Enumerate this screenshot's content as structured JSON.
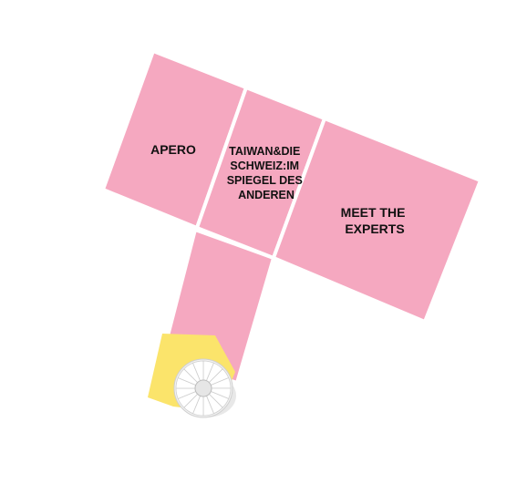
{
  "colors": {
    "room_fill": "#f5a8c0",
    "stair_area": "#fbe46b",
    "background": "#ffffff"
  },
  "rooms": {
    "apero": {
      "lines": [
        "APERO"
      ]
    },
    "taiwan": {
      "lines": [
        "TAIWAN&DIE",
        "SCHWEIZ:IM",
        "SPIEGEL DES",
        "ANDEREN"
      ]
    },
    "experts": {
      "lines": [
        "MEET THE",
        "EXPERTS"
      ]
    }
  },
  "icons": {
    "stair": "spiral-staircase-icon"
  }
}
